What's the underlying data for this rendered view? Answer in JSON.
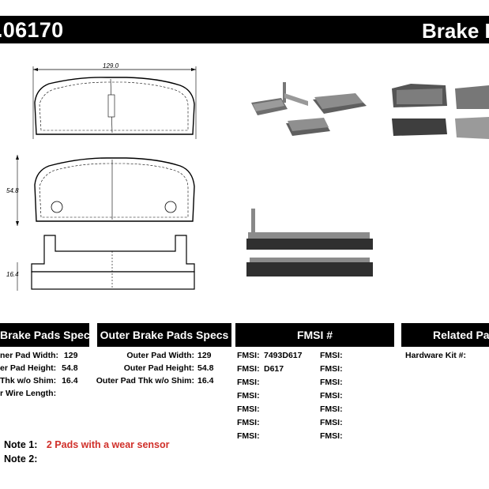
{
  "header": {
    "part_number": ".06170",
    "doc_type": "Brake F"
  },
  "drawing": {
    "width_dim": "129.0",
    "height_dim": "54.8",
    "thickness_dim": "16.4"
  },
  "sections": {
    "inner_title": "Brake Pads Specs",
    "outer_title": "Outer Brake Pads Specs",
    "fmsi_title": "FMSI #",
    "related_title": "Related Par"
  },
  "inner_specs": [
    {
      "label": "ner Pad Width:",
      "value": "129"
    },
    {
      "label": "er Pad Height:",
      "value": "54.8"
    },
    {
      "label": "Thk w/o Shim:",
      "value": "16.4"
    },
    {
      "label": "r Wire Length:",
      "value": ""
    }
  ],
  "outer_specs": [
    {
      "label": "Outer Pad Width:",
      "value": "129"
    },
    {
      "label": "Outer Pad Height:",
      "value": "54.8"
    },
    {
      "label": "Outer Pad Thk w/o Shim:",
      "value": "16.4"
    }
  ],
  "fmsi": [
    {
      "label1": "FMSI:",
      "value1": "7493D617",
      "label2": "FMSI:",
      "value2": ""
    },
    {
      "label1": "FMSI:",
      "value1": "D617",
      "label2": "FMSI:",
      "value2": ""
    },
    {
      "label1": "FMSI:",
      "value1": "",
      "label2": "FMSI:",
      "value2": ""
    },
    {
      "label1": "FMSI:",
      "value1": "",
      "label2": "FMSI:",
      "value2": ""
    },
    {
      "label1": "FMSI:",
      "value1": "",
      "label2": "FMSI:",
      "value2": ""
    },
    {
      "label1": "FMSI:",
      "value1": "",
      "label2": "FMSI:",
      "value2": ""
    },
    {
      "label1": "FMSI:",
      "value1": "",
      "label2": "FMSI:",
      "value2": ""
    }
  ],
  "related": {
    "hardware_label": "Hardware Kit #:",
    "hardware_value": ""
  },
  "notes": [
    {
      "label": "Note 1:",
      "text": "2 Pads with a wear sensor"
    },
    {
      "label": "Note 2:",
      "text": ""
    }
  ],
  "colors": {
    "note_text": "#d0302a",
    "header_bg": "#000000",
    "pad_gray": "#8a8a8a"
  }
}
